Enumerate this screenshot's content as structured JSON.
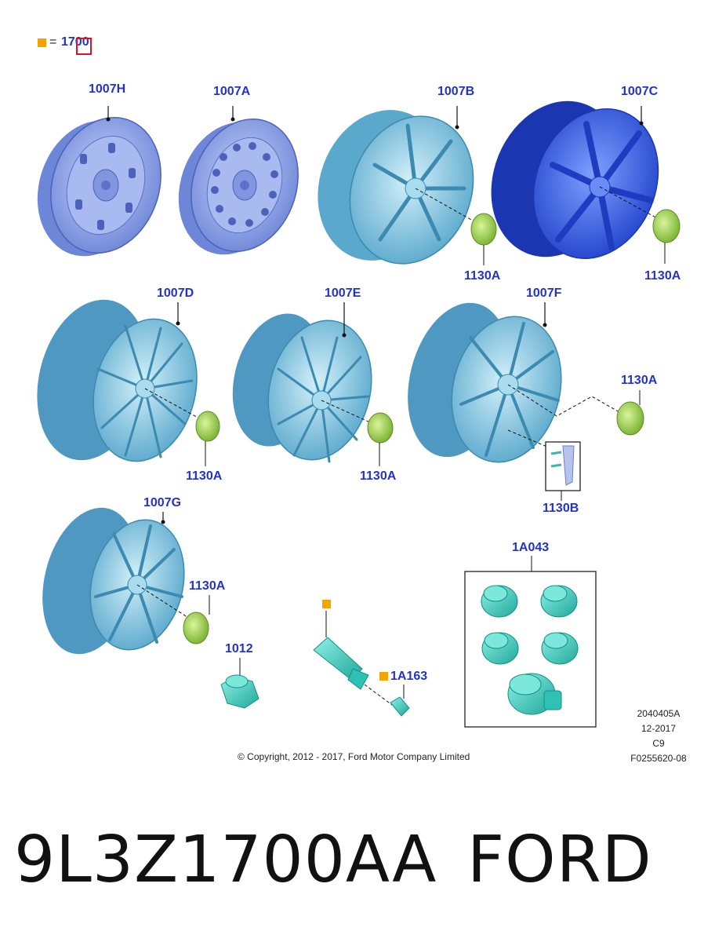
{
  "legend": {
    "equals": "=",
    "code": "1700"
  },
  "labels": {
    "w_1007H": "1007H",
    "w_1007A": "1007A",
    "w_1007B": "1007B",
    "w_1007C": "1007C",
    "w_1007D": "1007D",
    "w_1007E": "1007E",
    "w_1007F": "1007F",
    "w_1007G": "1007G",
    "cap_B": "1130A",
    "cap_C": "1130A",
    "cap_D": "1130A",
    "cap_E": "1130A",
    "cap_F": "1130A",
    "cap_G": "1130A",
    "sensor_1130B": "1130B",
    "nut_1012": "1012",
    "valve_1A163": "1A163",
    "locknuts_1A043": "1A043"
  },
  "meta": {
    "line1": "2040405A",
    "line2": "12-2017",
    "line3": "C9",
    "line4": "F0255620-08"
  },
  "copyright": "© Copyright, 2012 - 2017, Ford Motor Company Limited",
  "footer": {
    "part_number": "9L3Z1700AA",
    "brand": "FORD"
  },
  "colors": {
    "label": "#2233cc",
    "marker": "#f5a300",
    "steel": "#8fa6e8",
    "alloy": "#86c8e0",
    "dark_alloy": "#3a5de0",
    "cap": "#a6d650",
    "nut": "#3fd6c6"
  }
}
